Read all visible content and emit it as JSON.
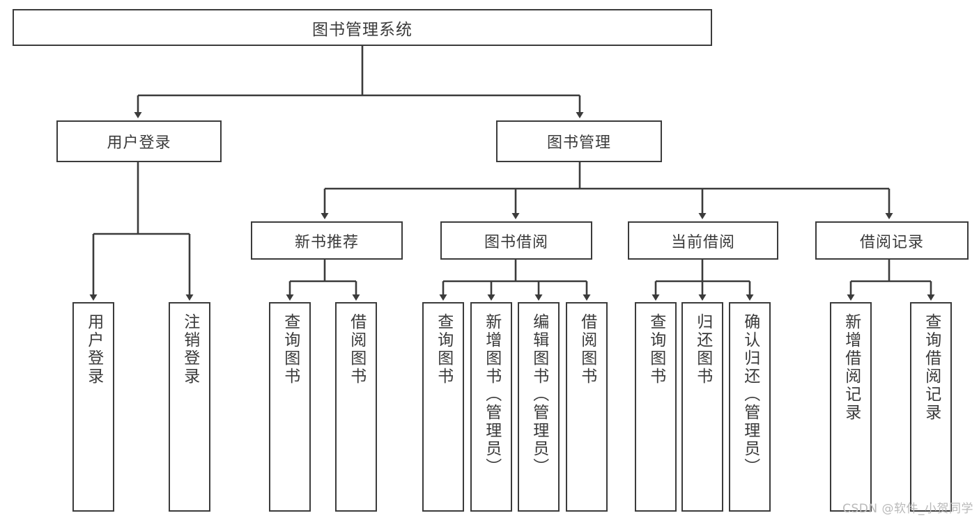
{
  "diagram": {
    "title": "图书管理系统",
    "watermark": "CSDN @软件_小贺同学",
    "line_color": "#3b3b3b",
    "text_color": "#3a3a3a",
    "background": "#ffffff",
    "root": {
      "label": "图书管理系统"
    },
    "level1": [
      {
        "label": "用户登录"
      },
      {
        "label": "图书管理"
      }
    ],
    "level2": [
      {
        "label": "新书推荐"
      },
      {
        "label": "图书借阅"
      },
      {
        "label": "当前借阅"
      },
      {
        "label": "借阅记录"
      }
    ],
    "leaves": [
      {
        "label": "用户登录"
      },
      {
        "label": "注销登录"
      },
      {
        "label": "查询图书"
      },
      {
        "label": "借阅图书"
      },
      {
        "label": "查询图书"
      },
      {
        "label": "新增图书（管理员）"
      },
      {
        "label": "编辑图书（管理员）"
      },
      {
        "label": "借阅图书"
      },
      {
        "label": "查询图书"
      },
      {
        "label": "归还图书"
      },
      {
        "label": "确认归还（管理员）"
      },
      {
        "label": "新增借阅记录"
      },
      {
        "label": "查询借阅记录"
      }
    ]
  }
}
